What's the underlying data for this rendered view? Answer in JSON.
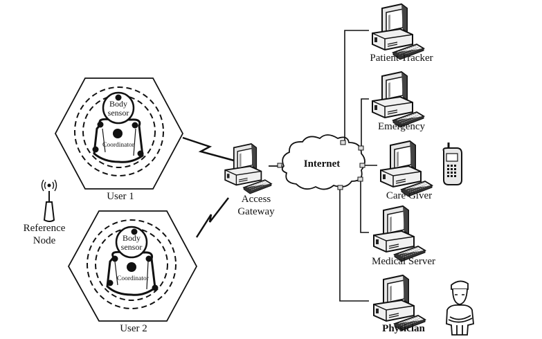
{
  "diagram": {
    "type": "body-area-network-architecture",
    "users": [
      {
        "label": "User 1",
        "body_sensor_label": "Body sensor",
        "coordinator_label": "Coordinator"
      },
      {
        "label": "User 2",
        "body_sensor_label": "Body sensor",
        "coordinator_label": "Coordinator"
      }
    ],
    "reference_node": {
      "label_line1": "Reference",
      "label_line2": "Node"
    },
    "gateway": {
      "label_line1": "Access",
      "label_line2": "Gateway"
    },
    "internet": {
      "label": "Internet"
    },
    "endpoints": [
      {
        "label": "Patient Tracker",
        "icon": "computer-icon"
      },
      {
        "label": "Emergency",
        "icon": "computer-icon"
      },
      {
        "label": "Care Giver",
        "icon": "computer-icon",
        "extra_icon": "mobile-phone-icon"
      },
      {
        "label": "Medical Server",
        "icon": "computer-icon"
      },
      {
        "label": "Physician",
        "icon": "computer-icon",
        "extra_icon": "nurse-icon"
      }
    ],
    "connections": [
      {
        "from": "User 1",
        "to": "Access Gateway",
        "kind": "wireless"
      },
      {
        "from": "User 2",
        "to": "Access Gateway",
        "kind": "wireless"
      },
      {
        "from": "Access Gateway",
        "to": "Internet",
        "kind": "wired"
      },
      {
        "from": "Internet",
        "to": "Patient Tracker",
        "kind": "wired"
      },
      {
        "from": "Internet",
        "to": "Emergency",
        "kind": "wired"
      },
      {
        "from": "Internet",
        "to": "Care Giver",
        "kind": "wired"
      },
      {
        "from": "Internet",
        "to": "Medical Server",
        "kind": "wired"
      },
      {
        "from": "Internet",
        "to": "Physician",
        "kind": "wired"
      }
    ]
  }
}
